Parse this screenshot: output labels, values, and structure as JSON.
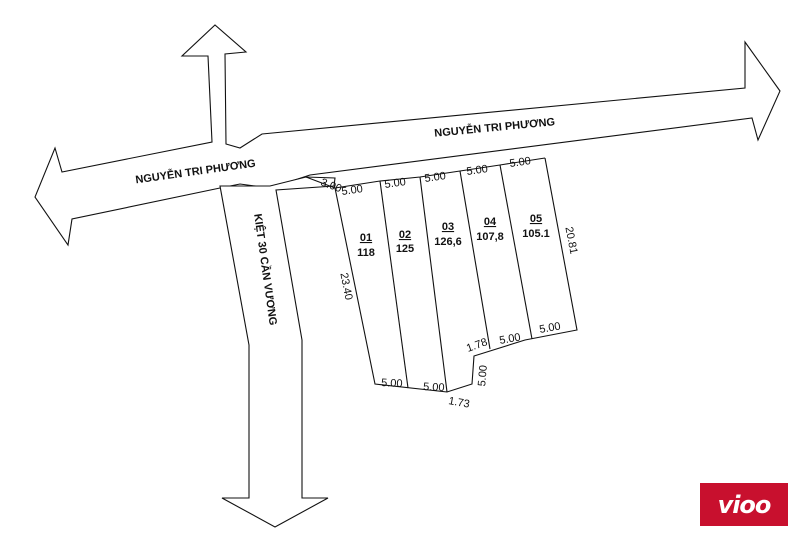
{
  "roads": {
    "main_upper": "NGUYỄN TRI PHƯƠNG",
    "main_lower": "NGUYỄN TRI PHƯƠNG",
    "alley": "KIỆT 30 CẦN VƯƠNG"
  },
  "lots": [
    {
      "id": "01",
      "area": "118"
    },
    {
      "id": "02",
      "area": "125"
    },
    {
      "id": "03",
      "area": "126,6"
    },
    {
      "id": "04",
      "area": "107,8"
    },
    {
      "id": "05",
      "area": "105.1"
    }
  ],
  "dimensions": {
    "corner": "3.00",
    "front": [
      "5.00",
      "5.00",
      "5.00",
      "5.00",
      "5.00"
    ],
    "left_side": "23.40",
    "right_side": "20.81",
    "rear_left": [
      "5.00",
      "5.00"
    ],
    "rear_right": [
      "5.00",
      "5.00"
    ],
    "step_short": "1.73",
    "step_vertical": "5.00",
    "step_mid": "1.78"
  },
  "brand": {
    "logo_text": "vioo",
    "color": "#c8102e"
  }
}
